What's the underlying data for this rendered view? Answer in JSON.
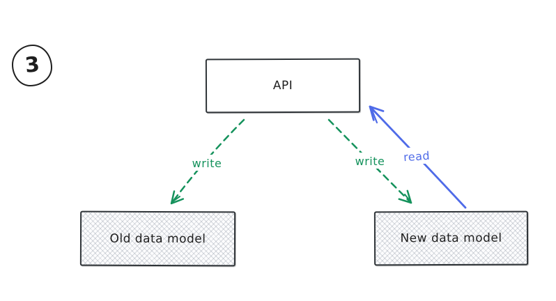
{
  "badge": {
    "number": "3"
  },
  "nodes": {
    "api": {
      "label": "API"
    },
    "old": {
      "label": "Old data model"
    },
    "new": {
      "label": "New data model"
    }
  },
  "arrows": {
    "write_old": {
      "label": "write",
      "style": "dashed",
      "from": "API",
      "to": "Old data model"
    },
    "write_new": {
      "label": "write",
      "style": "dashed",
      "from": "API",
      "to": "New data model"
    },
    "read_new": {
      "label": "read",
      "style": "solid",
      "from": "New data model",
      "to": "API"
    }
  },
  "colors": {
    "green": "#15925c",
    "blue": "#4f6be8",
    "ink": "#1e1e1e",
    "canvas_bg": "#ffffff"
  }
}
